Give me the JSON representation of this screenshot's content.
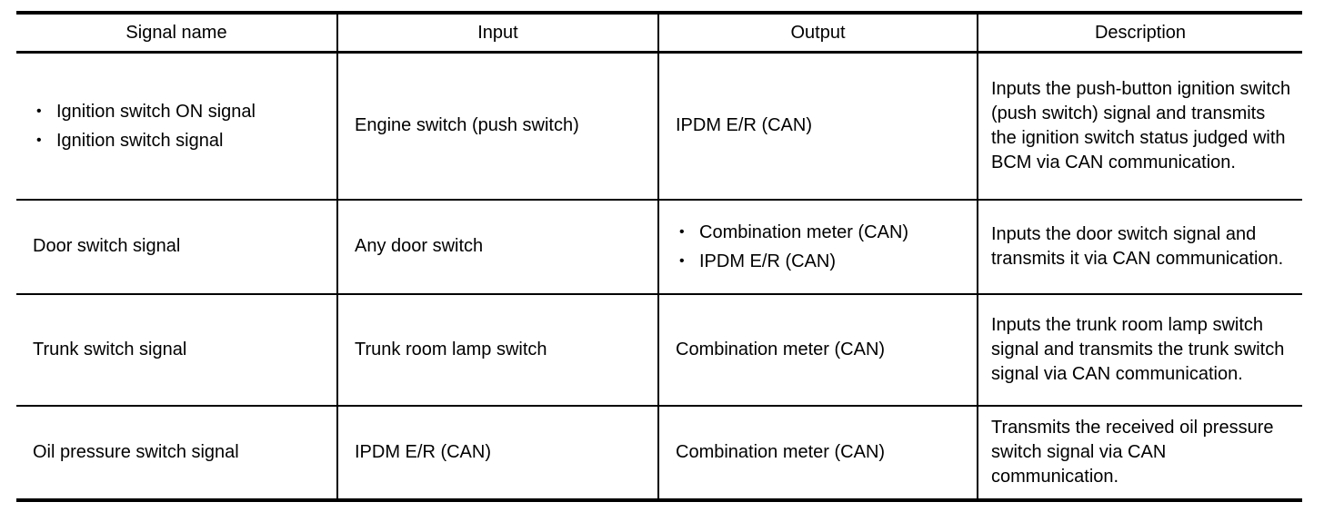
{
  "table": {
    "columns": [
      {
        "key": "signal_name",
        "label": "Signal name"
      },
      {
        "key": "input",
        "label": "Input"
      },
      {
        "key": "output",
        "label": "Output"
      },
      {
        "key": "description",
        "label": "Description"
      }
    ],
    "rows": [
      {
        "signal_name_items": [
          "Ignition switch ON signal",
          "Ignition switch signal"
        ],
        "signal_name": "",
        "input": "Engine switch (push switch)",
        "output": "IPDM E/R (CAN)",
        "output_items": [],
        "description": "Inputs the push-button ignition switch (push switch) signal and transmits the ignition switch status judged with BCM via CAN communication."
      },
      {
        "signal_name_items": [],
        "signal_name": "Door switch signal",
        "input": "Any door switch",
        "output": "",
        "output_items": [
          "Combination meter (CAN)",
          "IPDM E/R (CAN)"
        ],
        "description": "Inputs the door switch signal and transmits it via CAN communication."
      },
      {
        "signal_name_items": [],
        "signal_name": "Trunk switch signal",
        "input": "Trunk room lamp switch",
        "output": "Combination meter (CAN)",
        "output_items": [],
        "description": "Inputs the trunk room lamp switch signal and transmits the trunk switch signal via CAN communication."
      },
      {
        "signal_name_items": [],
        "signal_name": "Oil pressure switch signal",
        "input": "IPDM E/R (CAN)",
        "output": "Combination meter (CAN)",
        "output_items": [],
        "description": "Transmits the received oil pressure switch signal via CAN communication."
      }
    ]
  },
  "style": {
    "text_color": "#000000",
    "rule_color": "#000000",
    "background": "#ffffff"
  }
}
